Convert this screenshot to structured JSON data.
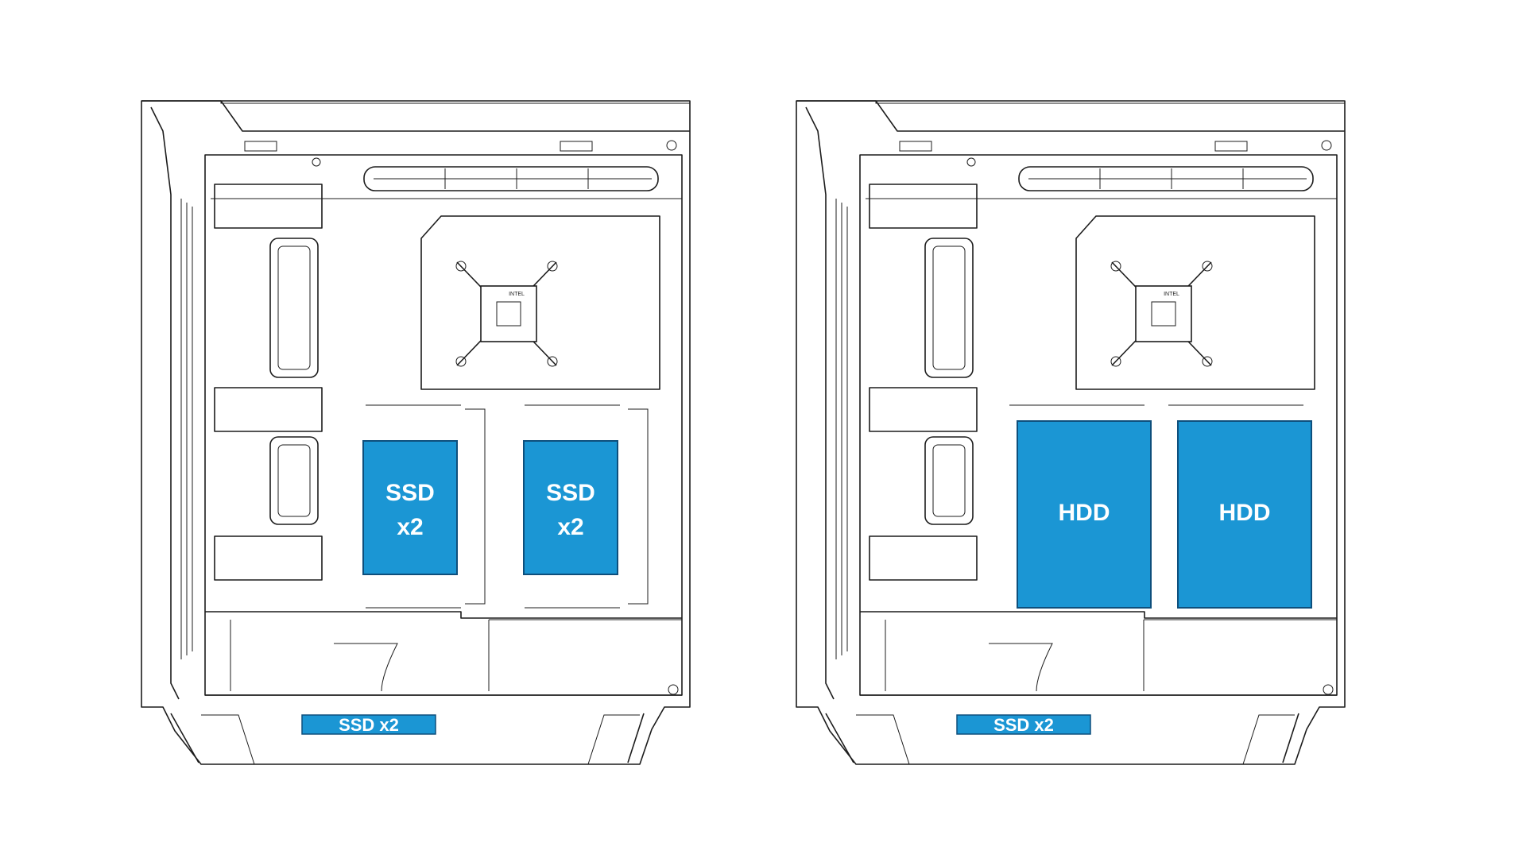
{
  "colors": {
    "accent": "#1b96d4",
    "line": "#1c1c1c",
    "background": "#ffffff"
  },
  "panels": [
    {
      "drives": [
        {
          "line1": "SSD",
          "line2": "x2"
        },
        {
          "line1": "SSD",
          "line2": "x2"
        }
      ],
      "cpu_mount_label": "INTEL",
      "shroud_badge": "SSD x2"
    },
    {
      "drives": [
        {
          "line1": "HDD",
          "line2": ""
        },
        {
          "line1": "HDD",
          "line2": ""
        }
      ],
      "cpu_mount_label": "INTEL",
      "shroud_badge": "SSD x2"
    }
  ]
}
